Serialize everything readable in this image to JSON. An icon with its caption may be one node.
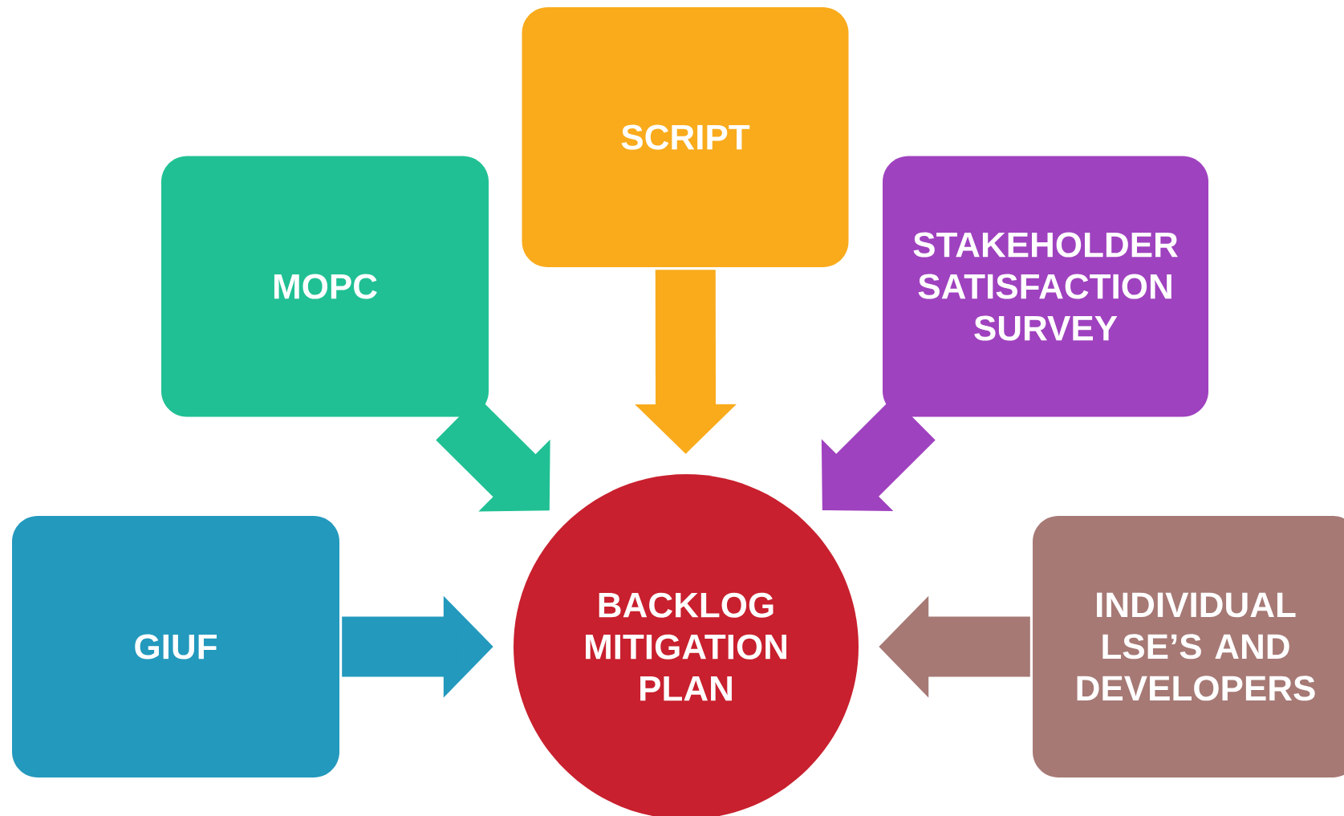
{
  "diagram": {
    "nodes": [
      {
        "text": [
          "SCRIPT"
        ]
      },
      {
        "text": [
          "MOPC"
        ]
      },
      {
        "text": [
          "STAKEHOLDER SATISFACTION SURVEY"
        ]
      },
      {
        "text": [
          "GIUF"
        ]
      },
      {
        "text": [
          "BACKLOG MITIGATION PLAN"
        ]
      },
      {
        "text": [
          "INDIVIDUAL LSE’S AND DEVELOPERS"
        ]
      }
    ],
    "edges": [
      {
        "from": 0,
        "to": 4,
        "arrow": "to",
        "color": "#f9ab1c"
      },
      {
        "from": 1,
        "to": 4,
        "arrow": "to",
        "color": "#20c094"
      },
      {
        "from": 2,
        "to": 4,
        "arrow": "to",
        "color": "#9f42bf"
      },
      {
        "from": 3,
        "to": 4,
        "arrow": "to",
        "color": "#2399bd"
      },
      {
        "from": 5,
        "to": 4,
        "arrow": "to",
        "color": "#a67975"
      }
    ]
  }
}
